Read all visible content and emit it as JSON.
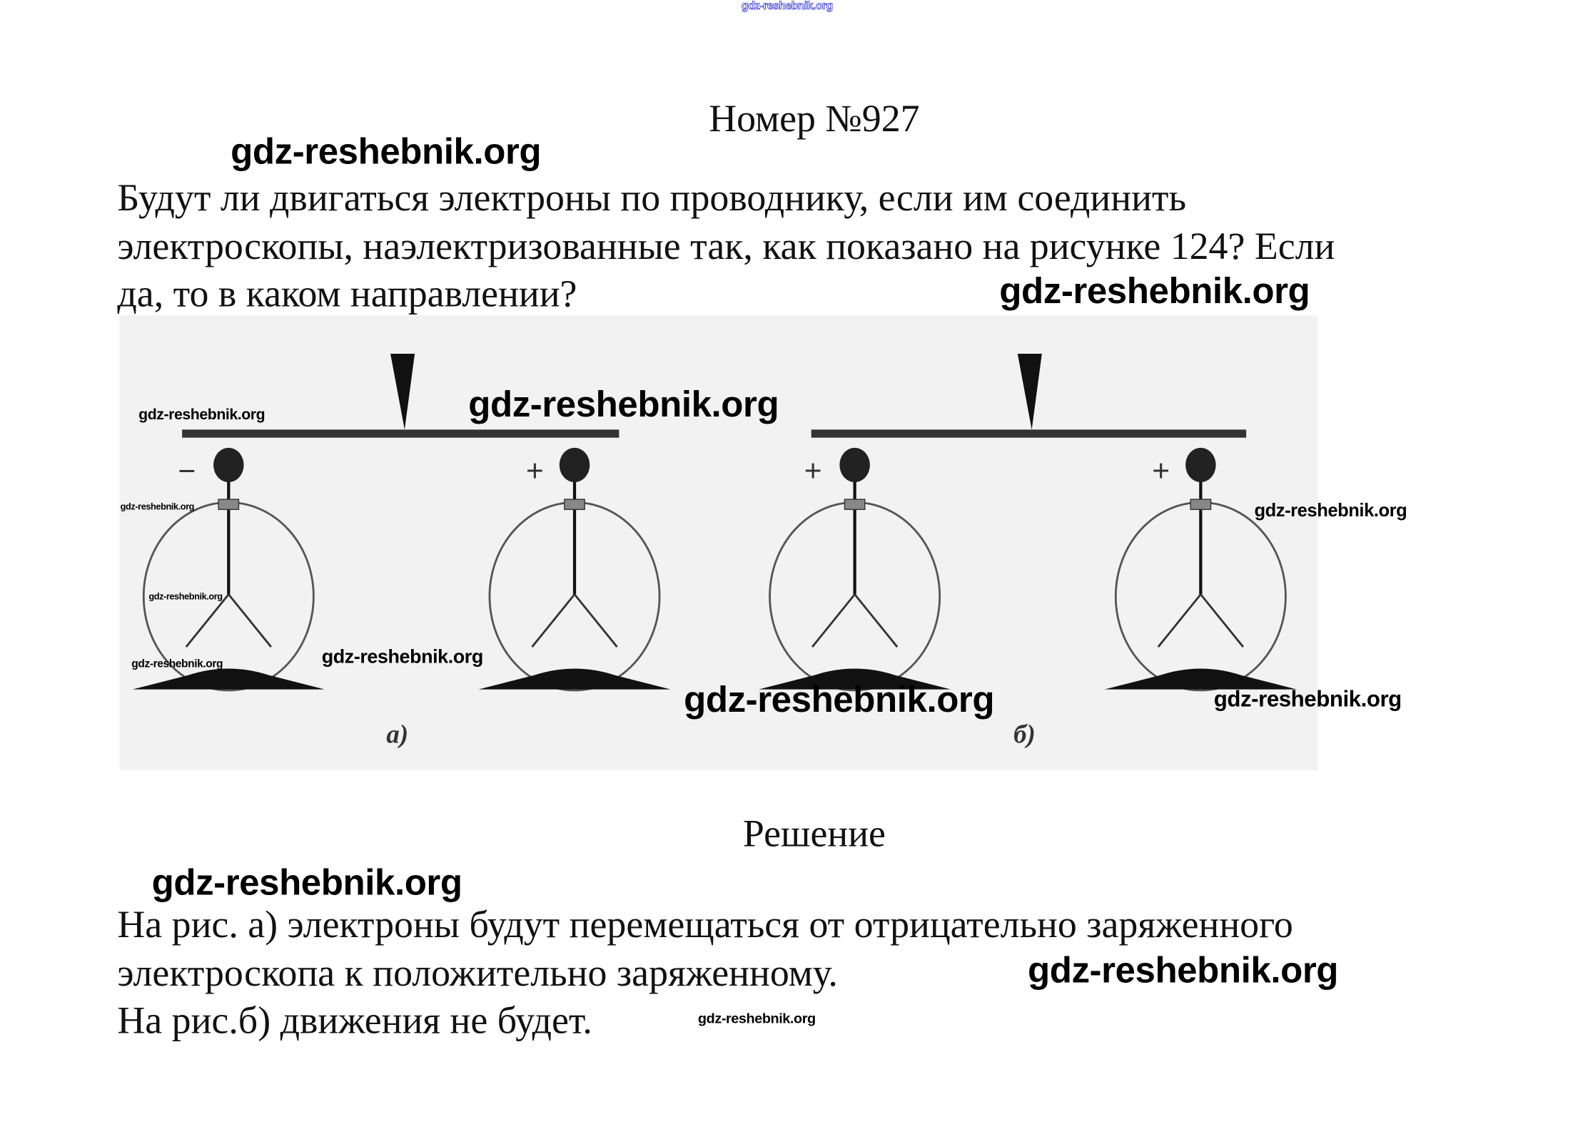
{
  "watermark": "gdz-reshebnik.org",
  "header": {
    "title": "Номер №927"
  },
  "question": {
    "lines": [
      "Будут ли двигаться электроны по проводнику, если им соединить",
      "электроскопы, наэлектризованные так, как показано на рисунке 124? Если",
      "да, то в каком направлении?"
    ]
  },
  "figure": {
    "panels": [
      {
        "label": "а)",
        "charges": [
          "−",
          "+"
        ]
      },
      {
        "label": "б)",
        "charges": [
          "+",
          "+"
        ]
      }
    ]
  },
  "solution": {
    "heading": "Решение",
    "lines": [
      "На рис. а) электроны будут перемещаться от отрицательно заряженного",
      "электроскопа к положительно заряженному.",
      "На рис.б) движения не будет."
    ]
  }
}
